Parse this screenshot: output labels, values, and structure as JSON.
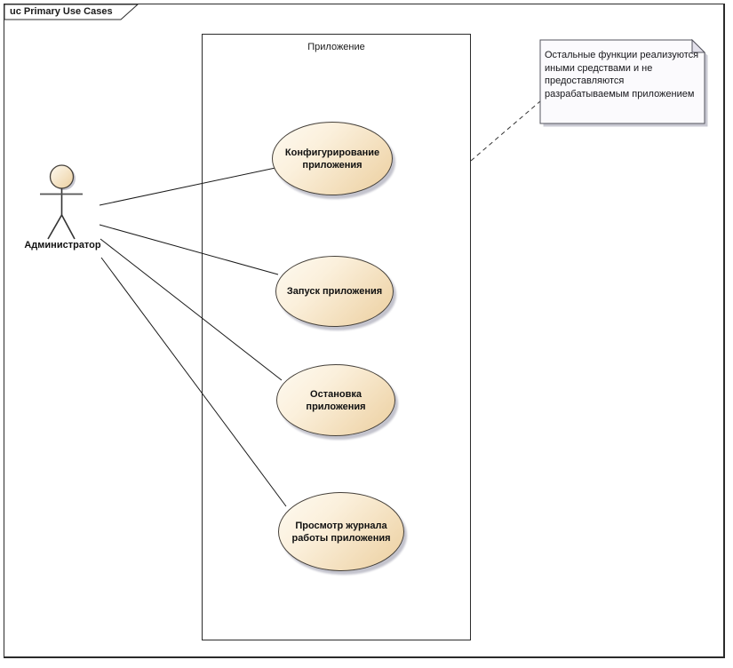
{
  "frame": {
    "label": "uc Primary Use Cases"
  },
  "boundary": {
    "label": "Приложение"
  },
  "actor": {
    "label": "Администратор"
  },
  "use_cases": [
    {
      "label": "Конфигурирование приложения"
    },
    {
      "label": "Запуск приложения"
    },
    {
      "label": "Остановка приложения"
    },
    {
      "label": "Просмотр журнала работы приложения"
    }
  ],
  "note": {
    "text": "Остальные функции реализуются\nиными средствами и не\nпредоставляются\nразрабатываемым приложением"
  },
  "colors": {
    "ellipse_fill_light": "#FEFAF1",
    "ellipse_fill_dark": "#ECCF9F",
    "ellipse_border": "#45403A",
    "shadow": "#C3C3CD",
    "note_fill": "#FBFAFD",
    "note_fold": "#E3E1EB",
    "line": "#1A1A1A"
  }
}
